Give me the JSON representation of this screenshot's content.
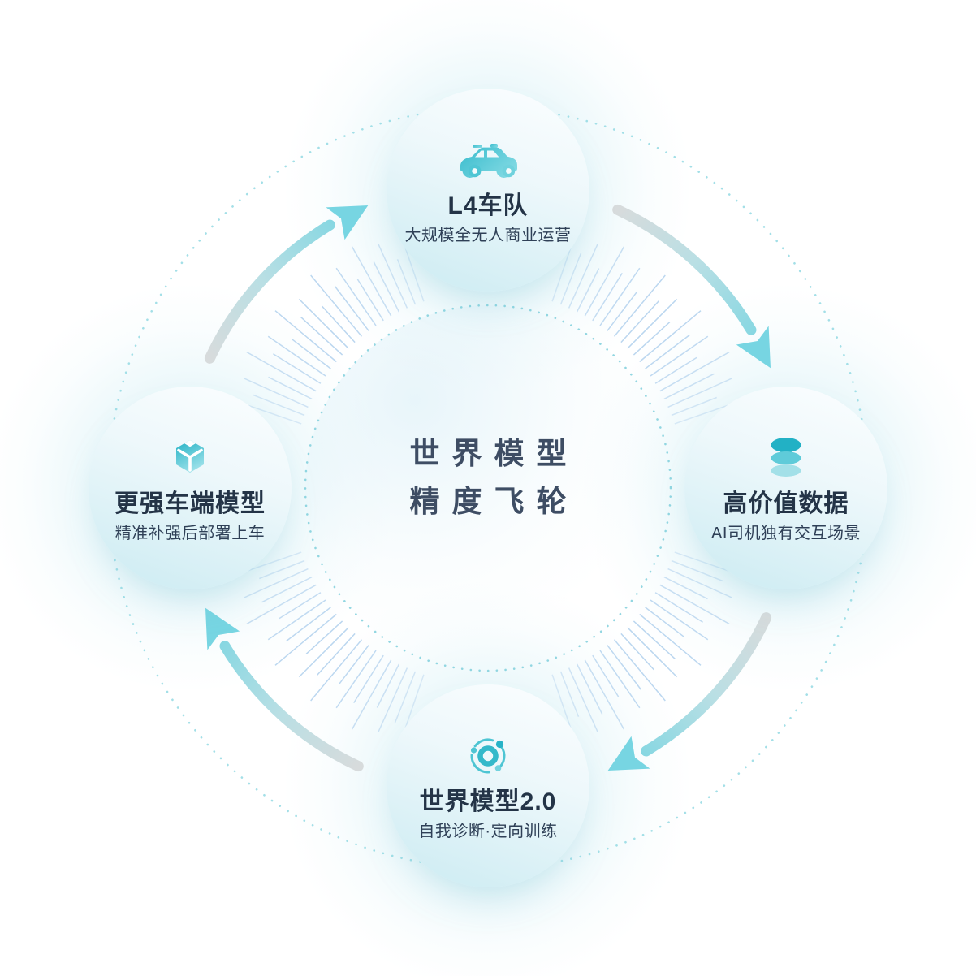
{
  "diagram": {
    "type": "flywheel-cycle",
    "flow_direction": "clockwise",
    "center": {
      "line1": "世界模型",
      "line2": "精度飞轮"
    },
    "nodes": {
      "top": {
        "icon": "car-icon",
        "title": "L4车队",
        "subtitle": "大规模全无人商业运营"
      },
      "right": {
        "icon": "database-icon",
        "title": "高价值数据",
        "subtitle": "AI司机独有交互场景"
      },
      "bottom": {
        "icon": "orbit-icon",
        "title": "世界模型2.0",
        "subtitle": "自我诊断·定向训练"
      },
      "left": {
        "icon": "cube-icon",
        "title": "更强车端模型",
        "subtitle": "精准补强后部署上车"
      }
    },
    "colors": {
      "background": "#ffffff",
      "accent_teal": "#4cc5d4",
      "node_fill_top": "#fcfeff",
      "node_fill_bottom": "#cbebf2",
      "title_text": "#243447",
      "subtitle_text": "#2f4057",
      "center_text": "#3e4d64",
      "dotted_ring": "#86d2de",
      "tick_lines": "#b3d2ee",
      "arrow_tail": "#d7dbdc",
      "arrow_head": "#74d4e1"
    }
  }
}
